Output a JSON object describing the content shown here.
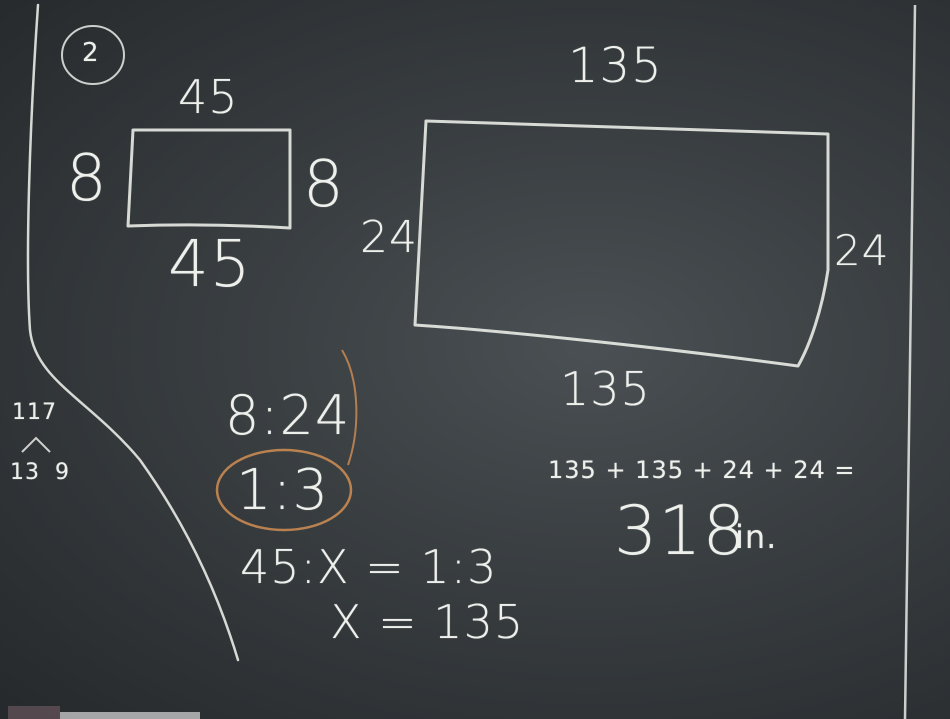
{
  "board": {
    "problem_number": "2",
    "small_rect": {
      "top": "45",
      "bottom": "45",
      "left": "8",
      "right": "8"
    },
    "large_rect": {
      "top": "135",
      "bottom": "135",
      "left": "24",
      "right": "24"
    },
    "factor_tree": {
      "root": "117",
      "left_factor": "13",
      "right_factor": "9"
    },
    "ratio": "8:24",
    "ratio_simplified": "1:3",
    "proportion_line1": "45:X = 1:3",
    "proportion_line2": "X = 135",
    "perimeter_sum": "135 + 135 + 24 + 24 =",
    "perimeter_result": "318",
    "perimeter_unit": "in."
  },
  "colors": {
    "board": "#3a3f42",
    "chalk": "#eef0ec",
    "orange_chalk": "#c98a52"
  }
}
